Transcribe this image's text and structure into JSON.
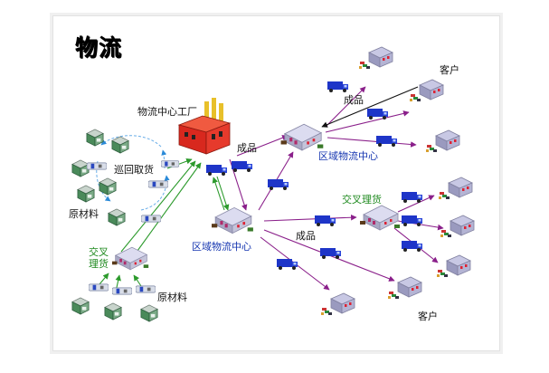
{
  "title": "物流",
  "labels": {
    "factory": "物流中心工厂",
    "patrol_pickup": "巡回取货",
    "raw_material_top": "原材料",
    "raw_material_bottom": "原材料",
    "cross_dock_left_line1": "交叉",
    "cross_dock_left_line2": "理货",
    "cross_dock_right": "交叉理货",
    "product_mid": "成品",
    "product_top": "成品",
    "product_bottom": "成品",
    "regional_center_main": "区域物流中心",
    "regional_center_upper": "区域物流中心",
    "customer_top": "客户",
    "customer_bottom": "客户"
  },
  "colors": {
    "arrow_purple": "#8a1f8a",
    "arrow_green": "#2c9a2c",
    "arrow_black": "#111111",
    "truck_blue": "#1e35c8",
    "factory_red": "#e3302b",
    "label_blue": "#1535b0",
    "label_green": "#1f8a1f"
  },
  "icons": [
    "factory-icon",
    "distribution-center-icon",
    "truck-icon",
    "customer-building-icon",
    "supplier-building-icon"
  ]
}
